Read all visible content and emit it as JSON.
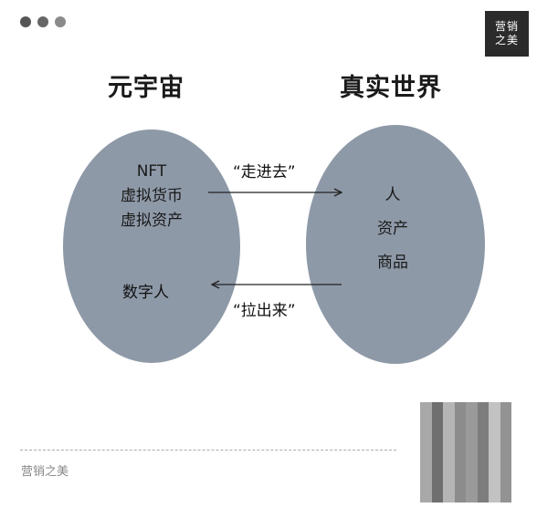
{
  "window": {
    "dots": [
      "dot-1",
      "dot-2",
      "dot-3"
    ]
  },
  "logo": {
    "line1": "营销",
    "line2": "之美"
  },
  "diagram": {
    "left_title": "元宇宙",
    "right_title": "真实世界",
    "left_items_top": [
      "NFT",
      "虚拟货币",
      "虚拟资产"
    ],
    "left_item_bottom": "数字人",
    "right_items": [
      "人",
      "资产",
      "商品"
    ],
    "arrow_forward_label": "“走进去”",
    "arrow_backward_label": "“拉出来”",
    "colors": {
      "ellipse": "#8e99a8",
      "text": "#111111"
    }
  },
  "footer": {
    "brand": "营销之美"
  },
  "qr_code": {
    "icon": "blurred-qr-code-icon"
  }
}
